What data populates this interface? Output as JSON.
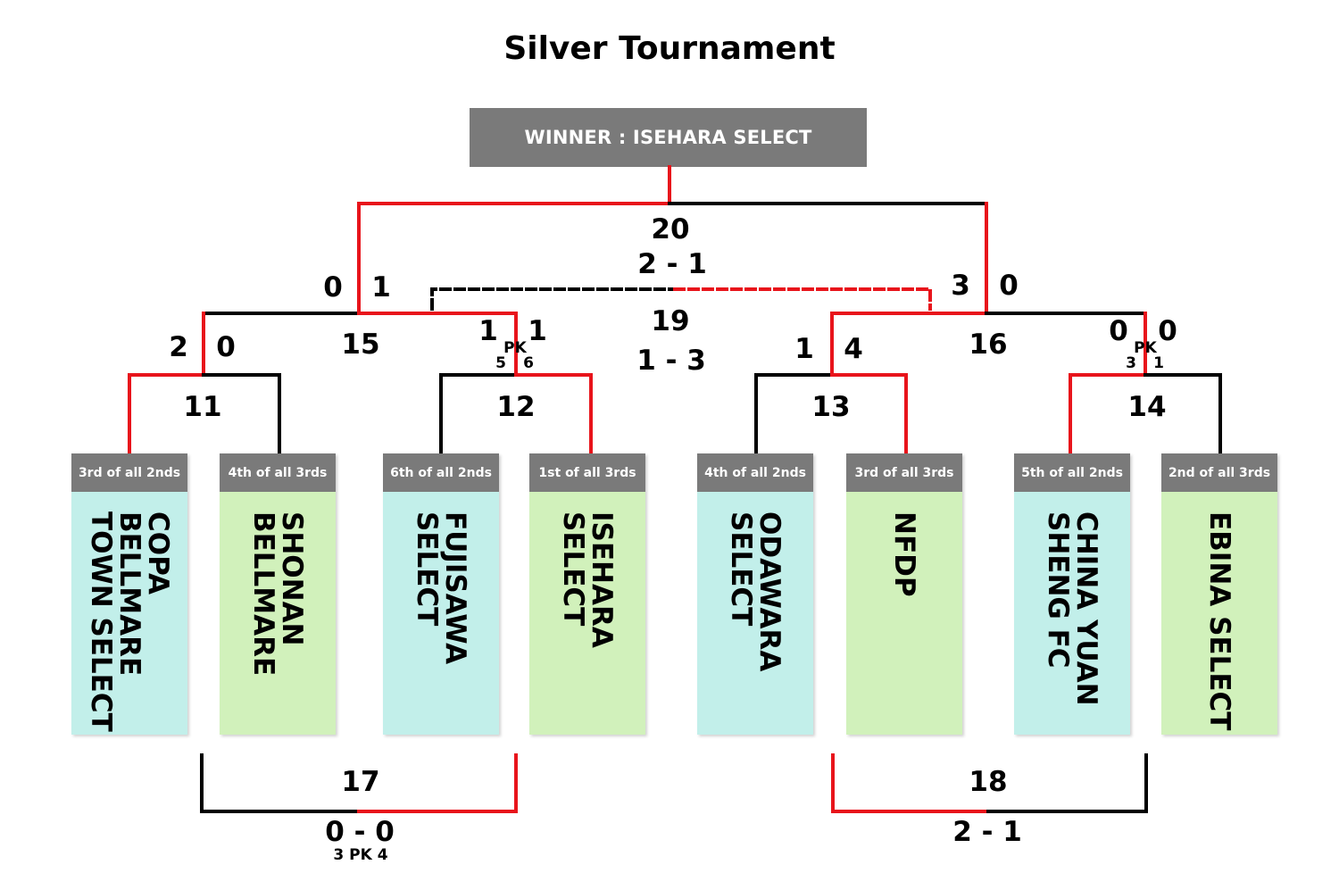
{
  "title": "Silver Tournament",
  "winner": "WINNER : ISEHARA SELECT",
  "teams": [
    {
      "rank": "3rd of all 2nds",
      "name": [
        "COPA",
        "BELLMARE",
        "TOWN SELECT"
      ],
      "color": "#c2efea"
    },
    {
      "rank": "4th of all 3rds",
      "name": [
        "SHONAN",
        "BELLMARE"
      ],
      "color": "#d1f1bb"
    },
    {
      "rank": "6th of all 2nds",
      "name": [
        "FUJISAWA",
        "SELECT"
      ],
      "color": "#c2efea"
    },
    {
      "rank": "1st of all 3rds",
      "name": [
        "ISEHARA",
        "SELECT"
      ],
      "color": "#d1f1bb"
    },
    {
      "rank": "4th of all 2nds",
      "name": [
        "ODAWARA",
        "SELECT"
      ],
      "color": "#c2efea"
    },
    {
      "rank": "3rd of all 3rds",
      "name": [
        "NFDP"
      ],
      "color": "#d1f1bb"
    },
    {
      "rank": "5th of all 2nds",
      "name": [
        "CHINA YUAN",
        "SHENG FC"
      ],
      "color": "#c2efea"
    },
    {
      "rank": "2nd of all 3rds",
      "name": [
        "EBINA SELECT"
      ],
      "color": "#d1f1bb"
    }
  ],
  "matches": {
    "m11": {
      "number": "11",
      "score_left": "2",
      "score_right": "0"
    },
    "m12": {
      "number": "12",
      "score_left": "1",
      "score_right": "1",
      "pk_label": "PK",
      "pk_left": "5",
      "pk_right": "6"
    },
    "m13": {
      "number": "13",
      "score_left": "1",
      "score_right": "4"
    },
    "m14": {
      "number": "14",
      "score_left": "0",
      "score_right": "0",
      "pk_label": "PK",
      "pk_left": "3",
      "pk_right": "1"
    },
    "m15": {
      "number": "15",
      "score_left": "0",
      "score_right": "1"
    },
    "m16": {
      "number": "16",
      "score_left": "3",
      "score_right": "0"
    },
    "m17": {
      "number": "17",
      "score": "0 - 0",
      "pk": "3 PK 4"
    },
    "m18": {
      "number": "18",
      "score": "2 - 1"
    },
    "m19": {
      "number": "19",
      "score": "1 - 3"
    },
    "m20": {
      "number": "20",
      "score": "2 - 1"
    }
  },
  "colors": {
    "winner_path": "#e8141b",
    "line": "#000000",
    "header": "#7a7a7a"
  }
}
